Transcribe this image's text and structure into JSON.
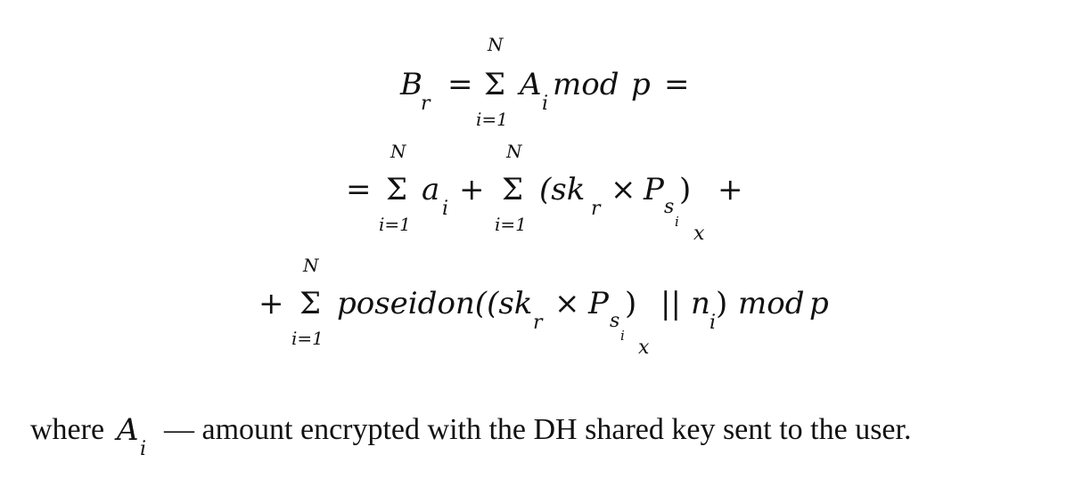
{
  "equation": {
    "line1": {
      "lhs_symbol": "B",
      "lhs_sub": "r",
      "equals": "=",
      "sum_upper": "N",
      "sum_symbol": "Σ",
      "sum_lower": "i=1",
      "term_symbol": "A",
      "term_sub": "i",
      "tail": "mod p =",
      "mod": "mod",
      "p": "p",
      "trailing_equals": "="
    },
    "line2": {
      "equals": "=",
      "sum1_upper": "N",
      "sum1_symbol": "Σ",
      "sum1_lower": "i=1",
      "term1_symbol": "a",
      "term1_sub": "i",
      "plus1": "+",
      "sum2_upper": "N",
      "sum2_symbol": "Σ",
      "sum2_lower": "i=1",
      "paren_open": "(sk",
      "sk_sub": "r",
      "times": "×",
      "P_symbol": "P",
      "P_sub": "s",
      "P_subsub": "i",
      "paren_close": ")",
      "close_sub": "x",
      "plus2": "+"
    },
    "line3": {
      "plus": "+",
      "sum_upper": "N",
      "sum_symbol": "Σ",
      "sum_lower": "i=1",
      "func": "poseidon((sk",
      "sk_sub": "r",
      "times": "×",
      "P_symbol": "P",
      "P_sub": "s",
      "P_subsub": "i",
      "paren_close": ")",
      "close_sub": "x",
      "concat": "||",
      "n_symbol": "n",
      "n_sub": "i",
      "after_n": ")",
      "mod": "mod",
      "p": "p"
    }
  },
  "caption": {
    "prefix": "where",
    "symbol": "A",
    "symbol_sub": "i",
    "text": "— amount encrypted with the DH shared key sent to the user."
  }
}
